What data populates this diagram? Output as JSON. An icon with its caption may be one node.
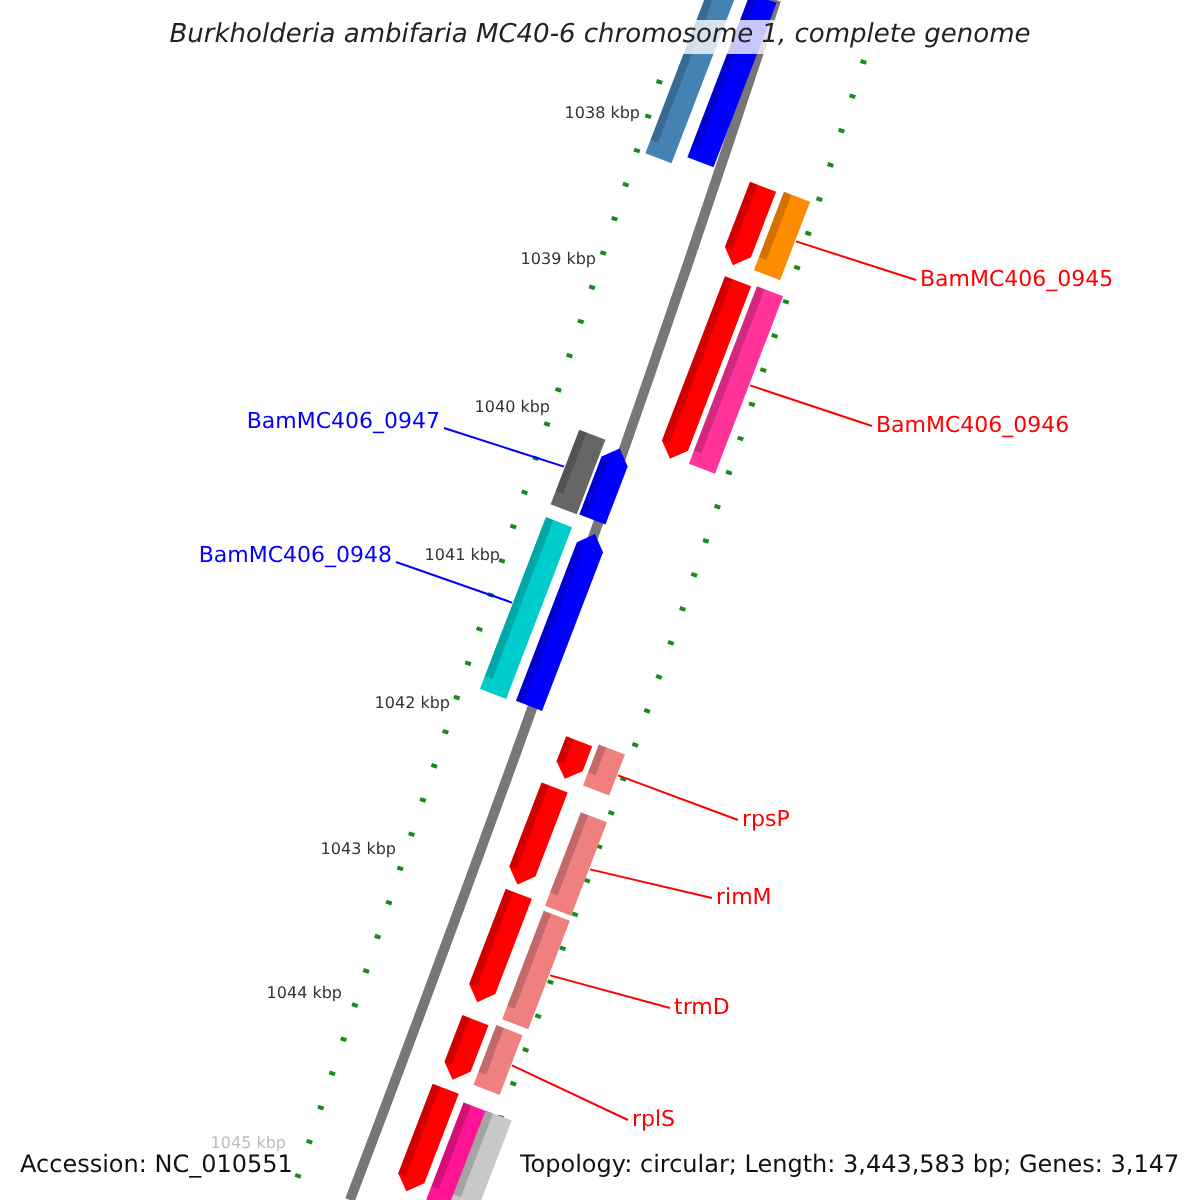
{
  "diagram": {
    "title": "Burkholderia ambifaria MC40-6 chromosome 1, complete genome",
    "nodes": [
      {
        "text": [
          "BamMC406_0945"
        ]
      },
      {
        "text": [],
        "shape": "bar"
      },
      {
        "text": [
          "BamMC406_0946"
        ]
      },
      {
        "text": [],
        "shape": "bar"
      },
      {
        "text": [
          "BamMC406_0947"
        ]
      },
      {
        "text": [],
        "shape": "bar"
      },
      {
        "text": [
          "BamMC406_0948"
        ]
      },
      {
        "text": [],
        "shape": "bar"
      },
      {
        "text": [
          "rpsP"
        ]
      },
      {
        "text": [],
        "shape": "bar"
      },
      {
        "text": [
          "rimM"
        ]
      },
      {
        "text": [],
        "shape": "bar"
      },
      {
        "text": [
          "trmD"
        ]
      },
      {
        "text": [],
        "shape": "bar"
      },
      {
        "text": [
          "rplS"
        ]
      },
      {
        "text": [],
        "shape": "bar"
      }
    ],
    "edges": [
      {
        "from": 0,
        "to": 1,
        "arrow": "none"
      },
      {
        "from": 2,
        "to": 3,
        "arrow": "none"
      },
      {
        "from": 4,
        "to": 5,
        "arrow": "none",
        "color": "#0000ff"
      },
      {
        "from": 6,
        "to": 7,
        "arrow": "none",
        "color": "#0000ff"
      },
      {
        "from": 8,
        "to": 9,
        "arrow": "none"
      },
      {
        "from": 10,
        "to": 11,
        "arrow": "none"
      },
      {
        "from": 12,
        "to": 13,
        "arrow": "none"
      },
      {
        "from": 14,
        "to": 15,
        "arrow": "none"
      }
    ],
    "labels": [
      "1038 kbp",
      "1039 kbp",
      "1040 kbp",
      "1041 kbp",
      "1042 kbp",
      "1043 kbp",
      "1044 kbp",
      "1045 kbp",
      "Accession: NC_010551",
      "Topology: circular; Length: 3,443,583 bp; Genes: 3,147"
    ]
  }
}
